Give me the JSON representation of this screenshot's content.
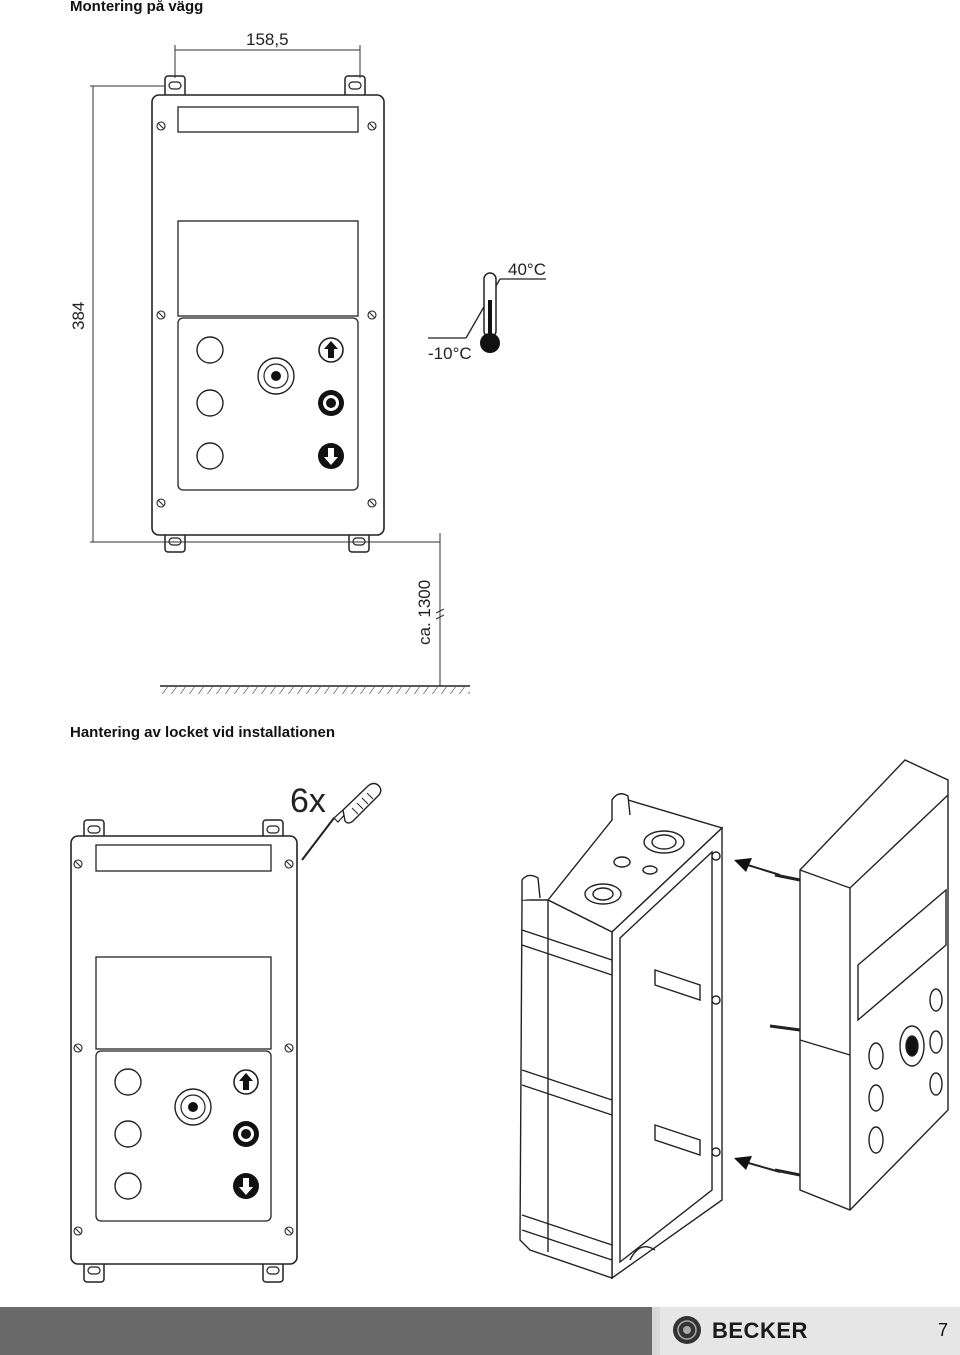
{
  "section1": {
    "title": "Montering på vägg"
  },
  "section2": {
    "title": "Hantering av locket vid installationen"
  },
  "dimensions": {
    "width": "158,5",
    "height": "384",
    "floor_distance": "ca. 1300",
    "temp_max": "40°C",
    "temp_min": "-10°C"
  },
  "cover_removal": {
    "screw_count": "6x"
  },
  "footer": {
    "brand": "BECKER",
    "page_number": "7"
  },
  "icons": [
    "arrow-up-icon",
    "stop-icon",
    "arrow-down-icon",
    "selector-icon",
    "screwdriver-icon",
    "thermometer-icon",
    "becker-logo-icon"
  ]
}
